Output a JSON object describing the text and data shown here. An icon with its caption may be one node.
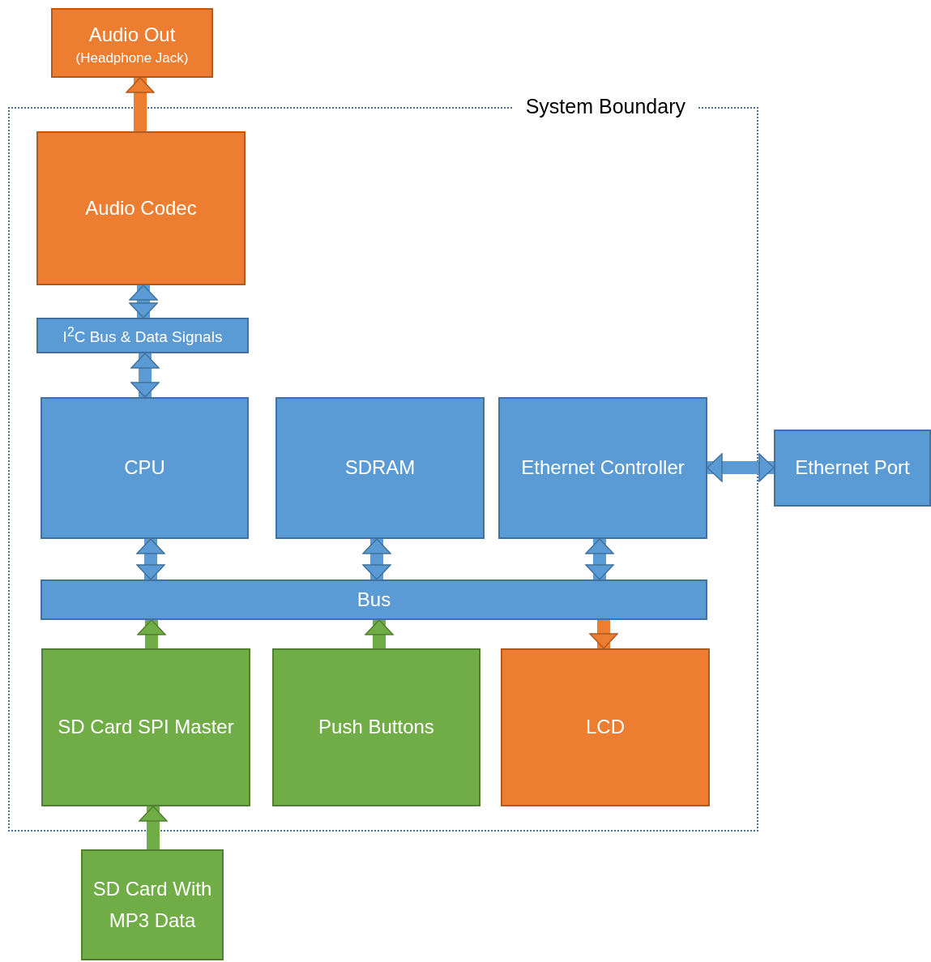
{
  "diagram": {
    "nodes": [
      {
        "text": [
          "Audio Out",
          "(Headphone Jack)"
        ]
      },
      {
        "text": [
          "System Boundary"
        ]
      },
      {
        "text": [
          "Audio Codec"
        ],
        "in": 1
      },
      {
        "text": [
          "I$^{2}$C Bus & Data Signals"
        ],
        "in": 1
      },
      {
        "text": [
          "CPU"
        ],
        "in": 1
      },
      {
        "text": [
          "SDRAM"
        ],
        "in": 1
      },
      {
        "text": [
          "Ethernet Controller"
        ],
        "in": 1
      },
      {
        "text": [
          "Ethernet Port"
        ]
      },
      {
        "text": [
          "Bus"
        ],
        "in": 1
      },
      {
        "text": [
          "SD Card SPI Master"
        ],
        "in": 1
      },
      {
        "text": [
          "Push Buttons"
        ],
        "in": 1
      },
      {
        "text": [
          "LCD"
        ],
        "in": 1
      },
      {
        "text": [
          "SD Card With MP3 Data"
        ]
      }
    ],
    "edges": [
      {
        "from": 2,
        "to": 0,
        "arrow": "to",
        "color": "#ed7d31"
      },
      {
        "from": 2,
        "to": 3,
        "arrow": "both"
      },
      {
        "from": 3,
        "to": 4,
        "arrow": "both"
      },
      {
        "from": 4,
        "to": 8,
        "arrow": "both"
      },
      {
        "from": 5,
        "to": 8,
        "arrow": "both"
      },
      {
        "from": 6,
        "to": 8,
        "arrow": "both"
      },
      {
        "from": 6,
        "to": 7,
        "arrow": "both"
      },
      {
        "from": 9,
        "to": 8,
        "arrow": "to",
        "color": "#70ad47"
      },
      {
        "from": 10,
        "to": 8,
        "arrow": "to",
        "color": "#70ad47"
      },
      {
        "from": 8,
        "to": 11,
        "arrow": "to",
        "color": "#ed7d31"
      },
      {
        "from": 12,
        "to": 9,
        "arrow": "to",
        "color": "#70ad47"
      }
    ]
  }
}
